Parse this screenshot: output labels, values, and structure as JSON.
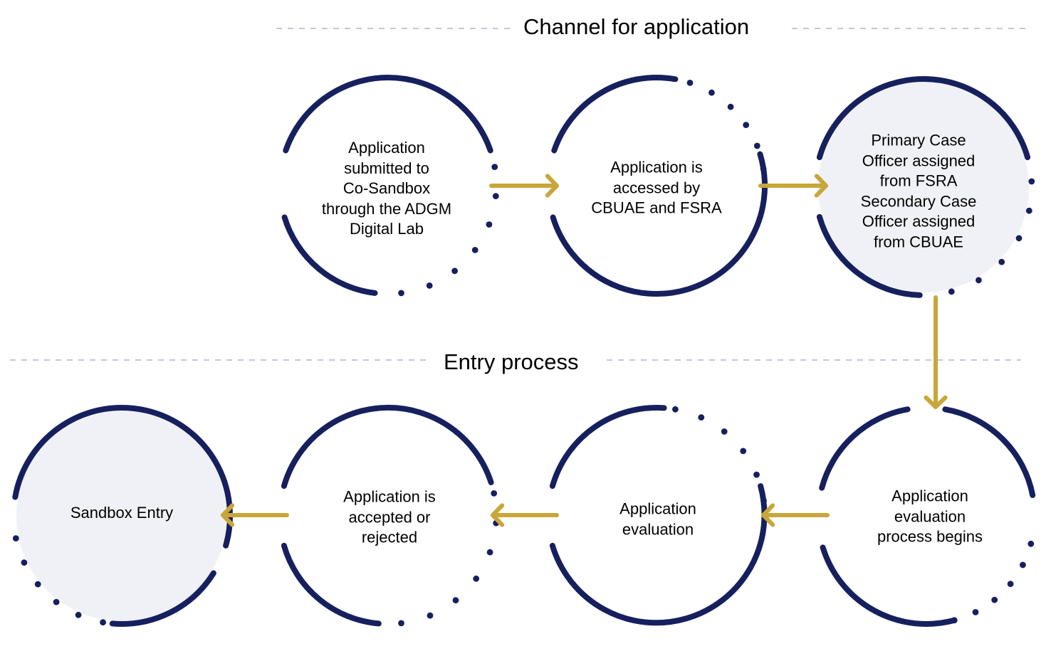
{
  "colors": {
    "navy": "#16205e",
    "gold": "#c9a63a",
    "fill": "#f0f1f6",
    "divider": "#c3c7d6"
  },
  "sections": {
    "channel": {
      "title": "Channel for application"
    },
    "entry": {
      "title": "Entry process"
    }
  },
  "nodes": [
    {
      "id": "n1",
      "label": "Application\nsubmitted to\nCo-Sandbox\nthrough the ADGM\nDigital Lab",
      "filled": false
    },
    {
      "id": "n2",
      "label": "Application is\naccessed by\nCBUAE and FSRA",
      "filled": false
    },
    {
      "id": "n3",
      "label": "Primary Case\nOfficer assigned\nfrom FSRA\nSecondary Case\nOfficer assigned\nfrom CBUAE",
      "filled": true
    },
    {
      "id": "n4",
      "label": "Application\nevaluation\nprocess begins",
      "filled": false
    },
    {
      "id": "n5",
      "label": "Application\nevaluation",
      "filled": false
    },
    {
      "id": "n6",
      "label": "Application is\naccepted or\nrejected",
      "filled": false
    },
    {
      "id": "n7",
      "label": "Sandbox Entry",
      "filled": true
    }
  ],
  "flow": [
    {
      "from": "n1",
      "to": "n2",
      "direction": "right"
    },
    {
      "from": "n2",
      "to": "n3",
      "direction": "right"
    },
    {
      "from": "n3",
      "to": "n4",
      "direction": "down"
    },
    {
      "from": "n4",
      "to": "n5",
      "direction": "left"
    },
    {
      "from": "n5",
      "to": "n6",
      "direction": "left"
    },
    {
      "from": "n6",
      "to": "n7",
      "direction": "left"
    }
  ]
}
